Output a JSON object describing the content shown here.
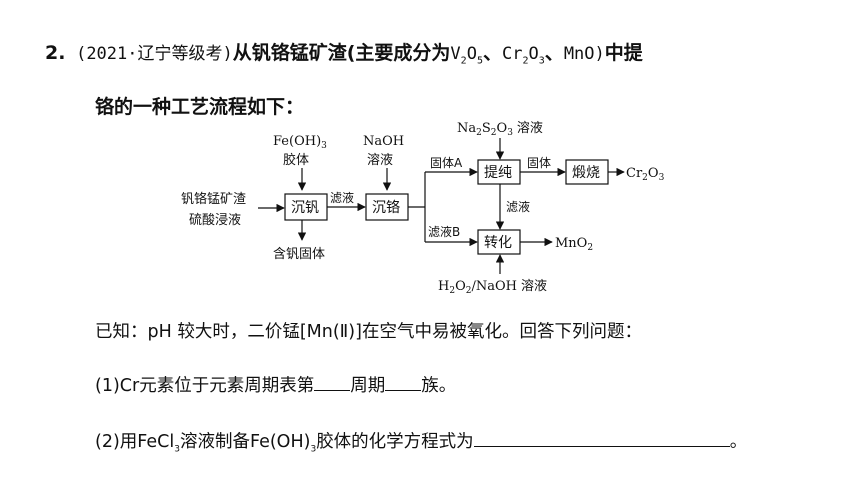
{
  "question": {
    "number": "2.",
    "source": "(2021·辽宁等级考)",
    "intro": "从钒铬锰矿渣(主要成分为",
    "formula_v": "V",
    "formula_v_sub1": "2",
    "formula_o": "O",
    "formula_o_sub": "5",
    "sep1": "、",
    "formula_cr": "Cr",
    "formula_cr_sub": "2",
    "formula_cr_o": "O",
    "formula_cr_o_sub": "3",
    "sep2": "、",
    "formula_mno": "MnO)",
    "tail": "中提",
    "line2": "铬的一种工艺流程如下："
  },
  "flowchart": {
    "reagent_top1": "Fe(OH)",
    "reagent_top1_sub": "3",
    "reagent_top1_cn": "胶体",
    "reagent_top2": "NaOH",
    "reagent_top2_cn": "溶液",
    "reagent_top3_na": "Na",
    "reagent_top3_sub1": "2",
    "reagent_top3_s": "S",
    "reagent_top3_sub2": "2",
    "reagent_top3_o": "O",
    "reagent_top3_sub3": "3",
    "reagent_top3_cn": "溶液",
    "input_line1": "钒铬锰矿渣",
    "input_line2": "硫酸浸液",
    "box_chenfan": "沉钒",
    "label_lvye": "滤液",
    "box_chenge": "沉铬",
    "label_guti_a": "固体A",
    "label_lvye_b": "滤液B",
    "box_tichun": "提纯",
    "label_guti": "固体",
    "box_duanshao": "煅烧",
    "product_cr": "Cr",
    "product_cr_sub1": "2",
    "product_cr_o": "O",
    "product_cr_sub2": "3",
    "label_lvye_down": "滤液",
    "box_zhuanhua": "转化",
    "product_mn": "MnO",
    "product_mn_sub": "2",
    "byproduct": "含钒固体",
    "reagent_bottom_h": "H",
    "reagent_bottom_sub1": "2",
    "reagent_bottom_o": "O",
    "reagent_bottom_sub2": "2",
    "reagent_bottom_rest": "/NaOH",
    "reagent_bottom_cn": "溶液"
  },
  "known": "已知：pH 较大时，二价锰[Mn(Ⅱ)]在空气中易被氧化。回答下列问题：",
  "sub1": {
    "prefix": "(1)Cr元素位于元素周期表第",
    "mid": "周期",
    "suffix": "族。"
  },
  "sub2": {
    "prefix": "(2)用FeCl",
    "sub_a": "3",
    "mid": "溶液制备Fe(OH)",
    "sub_b": "3",
    "rest": "胶体的化学方程式为",
    "suffix": "。"
  }
}
